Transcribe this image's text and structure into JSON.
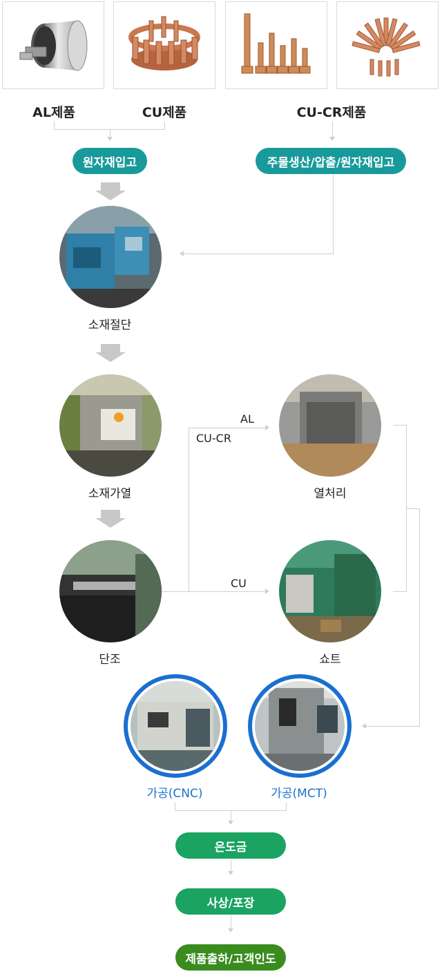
{
  "products": [
    {
      "label": "AL제품",
      "icon": "aluminum-cylinder-image"
    },
    {
      "label": "CU제품",
      "icon": "copper-ring-part-image"
    },
    {
      "label": "CU-CR제품",
      "icon": "copper-rods-image"
    },
    {
      "label": "",
      "icon": "copper-pins-image"
    }
  ],
  "product_labels": {
    "al": "AL제품",
    "cu": "CU제품",
    "cucr": "CU-CR제품"
  },
  "steps": {
    "raw_material": "원자재입고",
    "casting": "주물생산/압출/원자재입고",
    "cutting": "소재절단",
    "heating": "소재가열",
    "forging": "단조",
    "heat_treatment": "열처리",
    "shot": "쇼트",
    "cnc": "가공(CNC)",
    "mct": "가공(MCT)",
    "silver_plating": "은도금",
    "finishing": "사상/포장",
    "shipping": "제품출하/고객인도"
  },
  "branch_labels": {
    "al": "AL",
    "cucr": "CU-CR",
    "cu": "CU"
  },
  "colors": {
    "teal": "#199a9a",
    "green": "#1aa361",
    "dark_green": "#3a8c1f",
    "blue_ring": "#1a6fd0",
    "blue_text": "#1a73c9",
    "line": "#cfcfcf",
    "chevron": "#c8c8c8"
  }
}
